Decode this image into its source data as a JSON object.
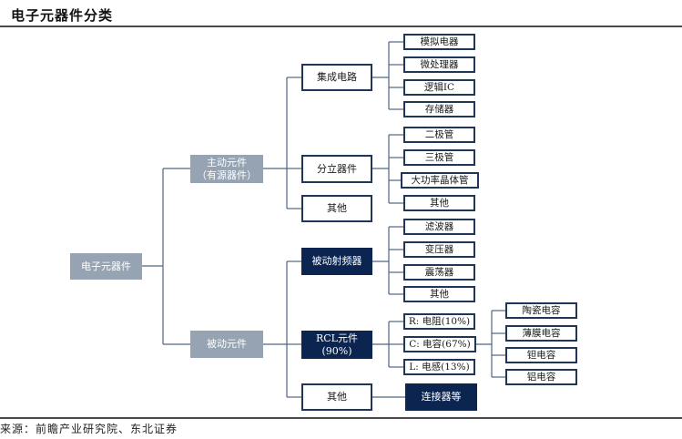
{
  "title": "电子元器件分类",
  "source": "来源：前瞻产业研究院、东北证券",
  "root": "电子元器件",
  "active": {
    "label_line1": "主动元件",
    "label_line2": "（有源器件）",
    "children": [
      {
        "label": "集成电路",
        "children": [
          "模拟电器",
          "微处理器",
          "逻辑IC",
          "存储器"
        ]
      },
      {
        "label": "分立器件",
        "children": [
          "二极管",
          "三极管",
          "大功率晶体管",
          "其他"
        ]
      },
      {
        "label": "其他"
      }
    ]
  },
  "passive": {
    "label": "被动元件",
    "children": [
      {
        "label": "被动射频器",
        "children": [
          "滤波器",
          "变压器",
          "震荡器",
          "其他"
        ]
      },
      {
        "label_line1": "RCL元件",
        "label_line2": "(90%)",
        "children": [
          "R: 电阻(10%)",
          "C: 电容(67%)",
          "L: 电感(13%)"
        ],
        "capacitor_children": [
          "陶瓷电容",
          "薄膜电容",
          "钽电容",
          "铝电容"
        ]
      },
      {
        "label": "其他",
        "children": [
          "连接器等"
        ]
      }
    ]
  }
}
